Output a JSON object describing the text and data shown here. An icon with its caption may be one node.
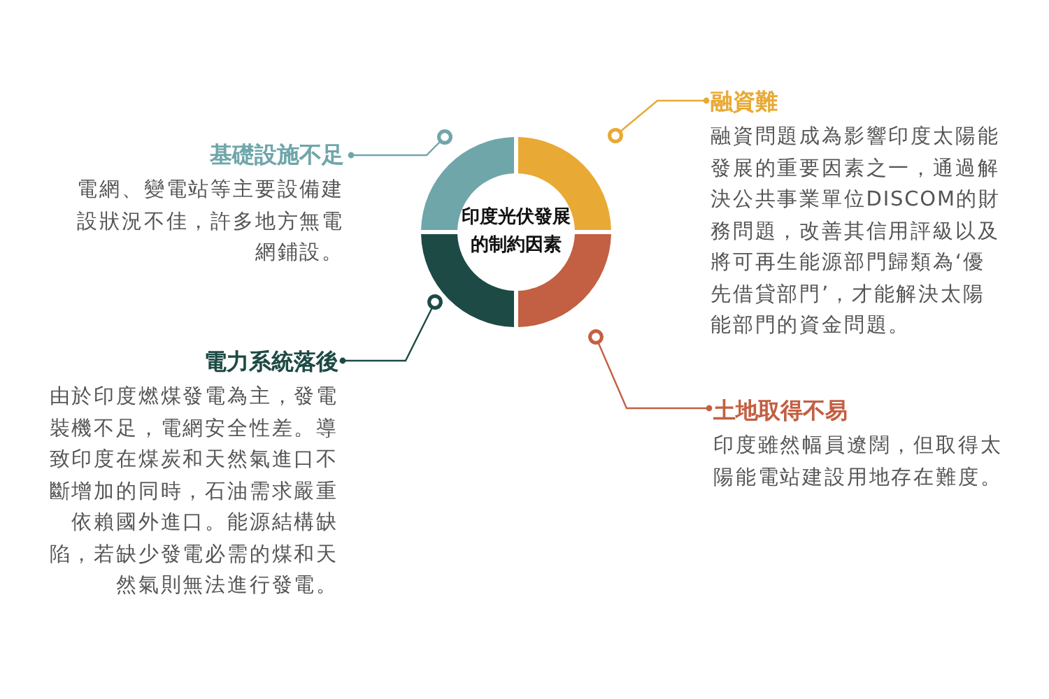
{
  "diagram": {
    "nodes": [
      {
        "text": [
          "印度光伏發展的制約因素"
        ]
      },
      {
        "text": [
          "融資難",
          "融資問題成為影響印度太陽能發展的重要因素之一，通過解決公共事業單位DISCOM的財務問題，改善其信用評級以及將可再生能源部門歸類為‘優先借貸部門’，才能解決太陽能部門的資金問題。"
        ]
      },
      {
        "text": [
          "基礎設施不足",
          "電網、變電站等主要設備建設狀況不佳，許多地方無電網鋪設。"
        ]
      },
      {
        "text": [
          "電力系統落後",
          "由於印度燃煤發電為主，發電裝機不足，電網安全性差。導致印度在煤炭和天然氣進口不斷增加的同時，石油需求嚴重依賴國外進口。能源結構缺陷，若缺少發電必需的煤和天然氣則無法進行發電。"
        ]
      },
      {
        "text": [
          "土地取得不易",
          "印度雖然幅員遼闊，但取得太陽能電站建設用地存在難度。"
        ]
      }
    ],
    "edges": [
      {
        "from": 0,
        "to": 1,
        "arrow": "other",
        "color": "#e9a935"
      },
      {
        "from": 0,
        "to": 2,
        "arrow": "other",
        "color": "#6fa6aa"
      },
      {
        "from": 0,
        "to": 3,
        "arrow": "other",
        "color": "#1d4a45"
      },
      {
        "from": 0,
        "to": 4,
        "arrow": "other",
        "color": "#c35f42"
      }
    ]
  }
}
